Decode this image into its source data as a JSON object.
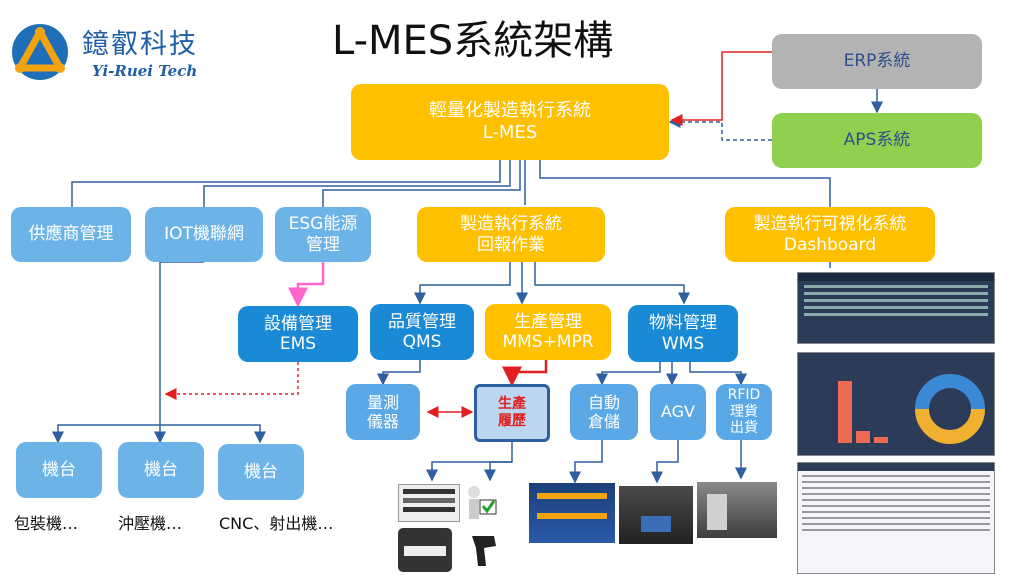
{
  "logo": {
    "name": "鐿叡科技",
    "sub": "Yi-Ruei Tech"
  },
  "title": "L-MES系統架構",
  "nodes": {
    "erp": "ERP系統",
    "aps": "APS系統",
    "lmes": "輕量化製造執行系統\nL-MES",
    "supplier": "供應商管理",
    "iot": "IOT機聯網",
    "esg": "ESG能源\n管理",
    "report": "製造執行系統\n回報作業",
    "dashboard": "製造執行可視化系統\nDashboard",
    "ems": "設備管理\nEMS",
    "qms": "品質管理\nQMS",
    "mms": "生產管理\nMMS+MPR",
    "wms": "物料管理\nWMS",
    "measure": "量測\n儀器",
    "history": "生產\n履歷",
    "auto_storage": "自動\n倉儲",
    "agv": "AGV",
    "rfid": "RFID\n理貨\n出貨",
    "machine1": "機台",
    "machine2": "機台",
    "machine3": "機台"
  },
  "machine_labels": {
    "m1": "包裝機…",
    "m2": "沖壓機…",
    "m3": "CNC、射出機…"
  },
  "colors": {
    "yellow": "#ffc000",
    "light_blue": "#6cb4e8",
    "dark_blue": "#1b8ad6",
    "green": "#8fd14f",
    "gray": "#b3b3b3",
    "red": "#e02020",
    "pink": "#ff66cc",
    "line_blue": "#2f5f9e"
  }
}
